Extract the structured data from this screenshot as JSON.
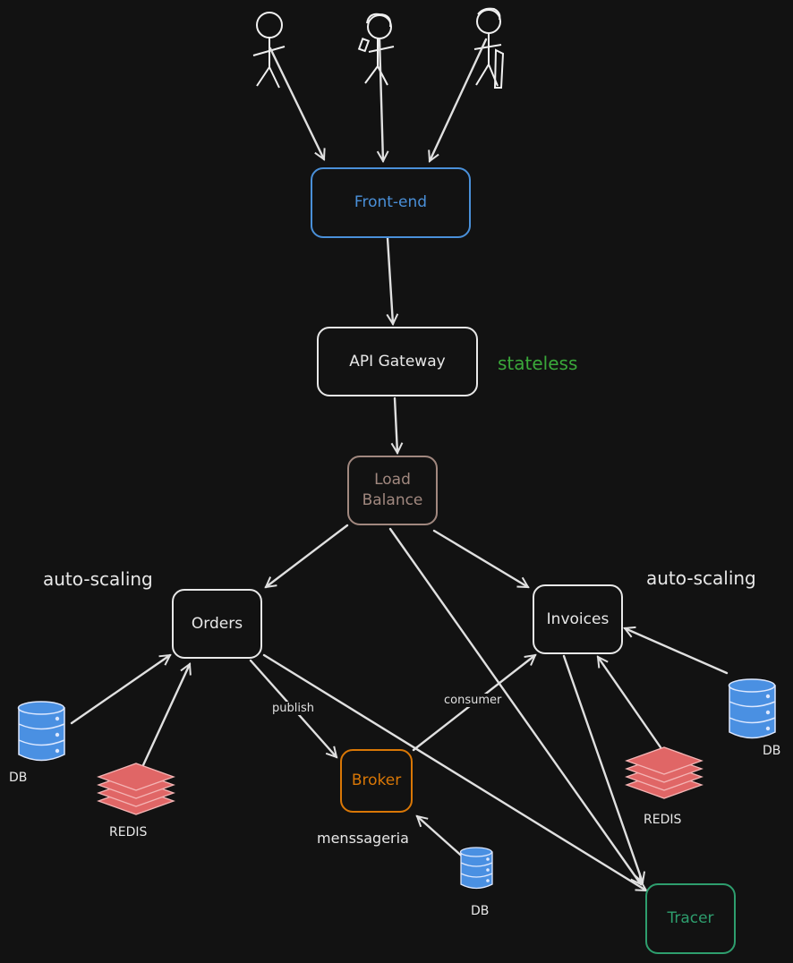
{
  "nodes": {
    "frontend": {
      "label": "Front-end",
      "color": "#4a90d9"
    },
    "gateway": {
      "label": "API Gateway",
      "color": "#e8e8e8"
    },
    "loadbalance": {
      "label": "Load\nBalance",
      "color": "#a1887f"
    },
    "orders": {
      "label": "Orders",
      "color": "#e8e8e8"
    },
    "invoices": {
      "label": "Invoices",
      "color": "#e8e8e8"
    },
    "broker": {
      "label": "Broker",
      "color": "#d97706"
    },
    "tracer": {
      "label": "Tracer",
      "color": "#2e9e6e"
    }
  },
  "annotations": {
    "stateless": {
      "text": "stateless",
      "color": "#3aa83a"
    },
    "autoscale_left": "auto-scaling",
    "autoscale_right": "auto-scaling",
    "messaging": "menssageria"
  },
  "edge_labels": {
    "publish": "publish",
    "consumer": "consumer"
  },
  "resources": {
    "db_orders": "DB",
    "redis_orders": "REDIS",
    "db_broker": "DB",
    "redis_invoices": "REDIS",
    "db_invoices": "DB"
  },
  "colors": {
    "background": "#121212",
    "stroke": "#e8e8e8",
    "db_fill": "#4a90e2",
    "redis_fill": "#e06666"
  },
  "icons": [
    "stick-figure-user-icon",
    "stick-figure-user-with-phone-icon",
    "stick-figure-user-with-bag-icon",
    "database-icon",
    "redis-stack-icon"
  ]
}
